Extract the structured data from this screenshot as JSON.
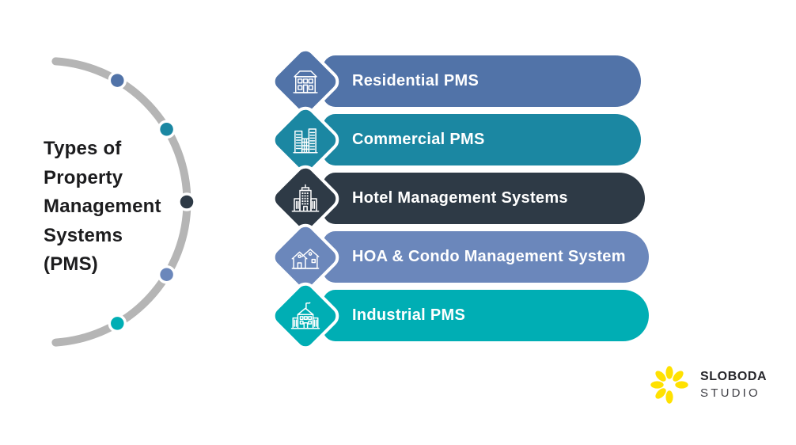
{
  "title": {
    "lines": [
      "Types of",
      "Property",
      "Management",
      "Systems",
      "(PMS)"
    ],
    "full": "Types of Property Management Systems (PMS)"
  },
  "items": [
    {
      "label": "Residential PMS",
      "color": "#5173a8",
      "icon": "residential-house-icon"
    },
    {
      "label": "Commercial PMS",
      "color": "#1b87a2",
      "icon": "commercial-buildings-icon"
    },
    {
      "label": "Hotel Management Systems",
      "color": "#2e3a46",
      "icon": "hotel-building-icon"
    },
    {
      "label": "HOA & Condo Management System",
      "color": "#6b87bb",
      "icon": "hoa-condo-houses-icon"
    },
    {
      "label": "Industrial PMS",
      "color": "#00aeb4",
      "icon": "industrial-factory-icon"
    }
  ],
  "arc": {
    "line_color": "#b5b5b5",
    "dots": [
      {
        "color": "#5173a8"
      },
      {
        "color": "#1b87a2"
      },
      {
        "color": "#2e3a46"
      },
      {
        "color": "#6b87bb"
      },
      {
        "color": "#00aeb4"
      }
    ]
  },
  "bar_text_color": "#ffffff",
  "logo": {
    "name": "SLOBODA",
    "studio": "STUDIO",
    "flower_color": "#ffe100"
  }
}
